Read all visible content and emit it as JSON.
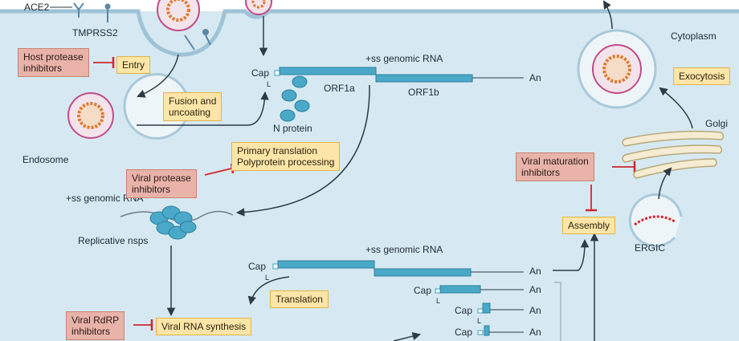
{
  "colors": {
    "background": "#d6e9f2",
    "membrane": "#a9c9da",
    "rna": "#3a9fc0",
    "inhibitor_red": "#d2262c",
    "inhibitor_box": "#e9b3aa",
    "process_box": "#fde5a8",
    "spike": "#c34b8a",
    "nucleocapsid": "#e07a2b"
  },
  "labels": {
    "ace2": "ACE2",
    "tmprss2": "TMPRSS2",
    "cytoplasm": "Cytoplasm",
    "endosome": "Endosome",
    "n_protein": "N protein",
    "cap": "Cap",
    "leader": "L",
    "genome_top": "+ss genomic RNA",
    "orf1a": "ORF1a",
    "orf1b": "ORF1b",
    "an": "An",
    "genome_left": "+ss genomic RNA",
    "replicative_nsps": "Replicative nsps",
    "genome_bottom": "+ss genomic RNA",
    "golgi": "Golgi",
    "ergic": "ERGIC"
  },
  "inhibitors": {
    "host_protease": "Host protease\ninhibitors",
    "viral_protease": "Viral protease\ninhibitors",
    "viral_rdrp": "Viral RdRP\ninhibitors",
    "viral_maturation": "Viral maturation\ninhibitors"
  },
  "steps": {
    "entry": "Entry",
    "fusion": "Fusion and\nuncoating",
    "primary_translation": "Primary translation\nPolyprotein processing",
    "translation": "Translation",
    "rna_synthesis": "Viral RNA synthesis",
    "assembly": "Assembly",
    "exocytosis": "Exocytosis"
  }
}
